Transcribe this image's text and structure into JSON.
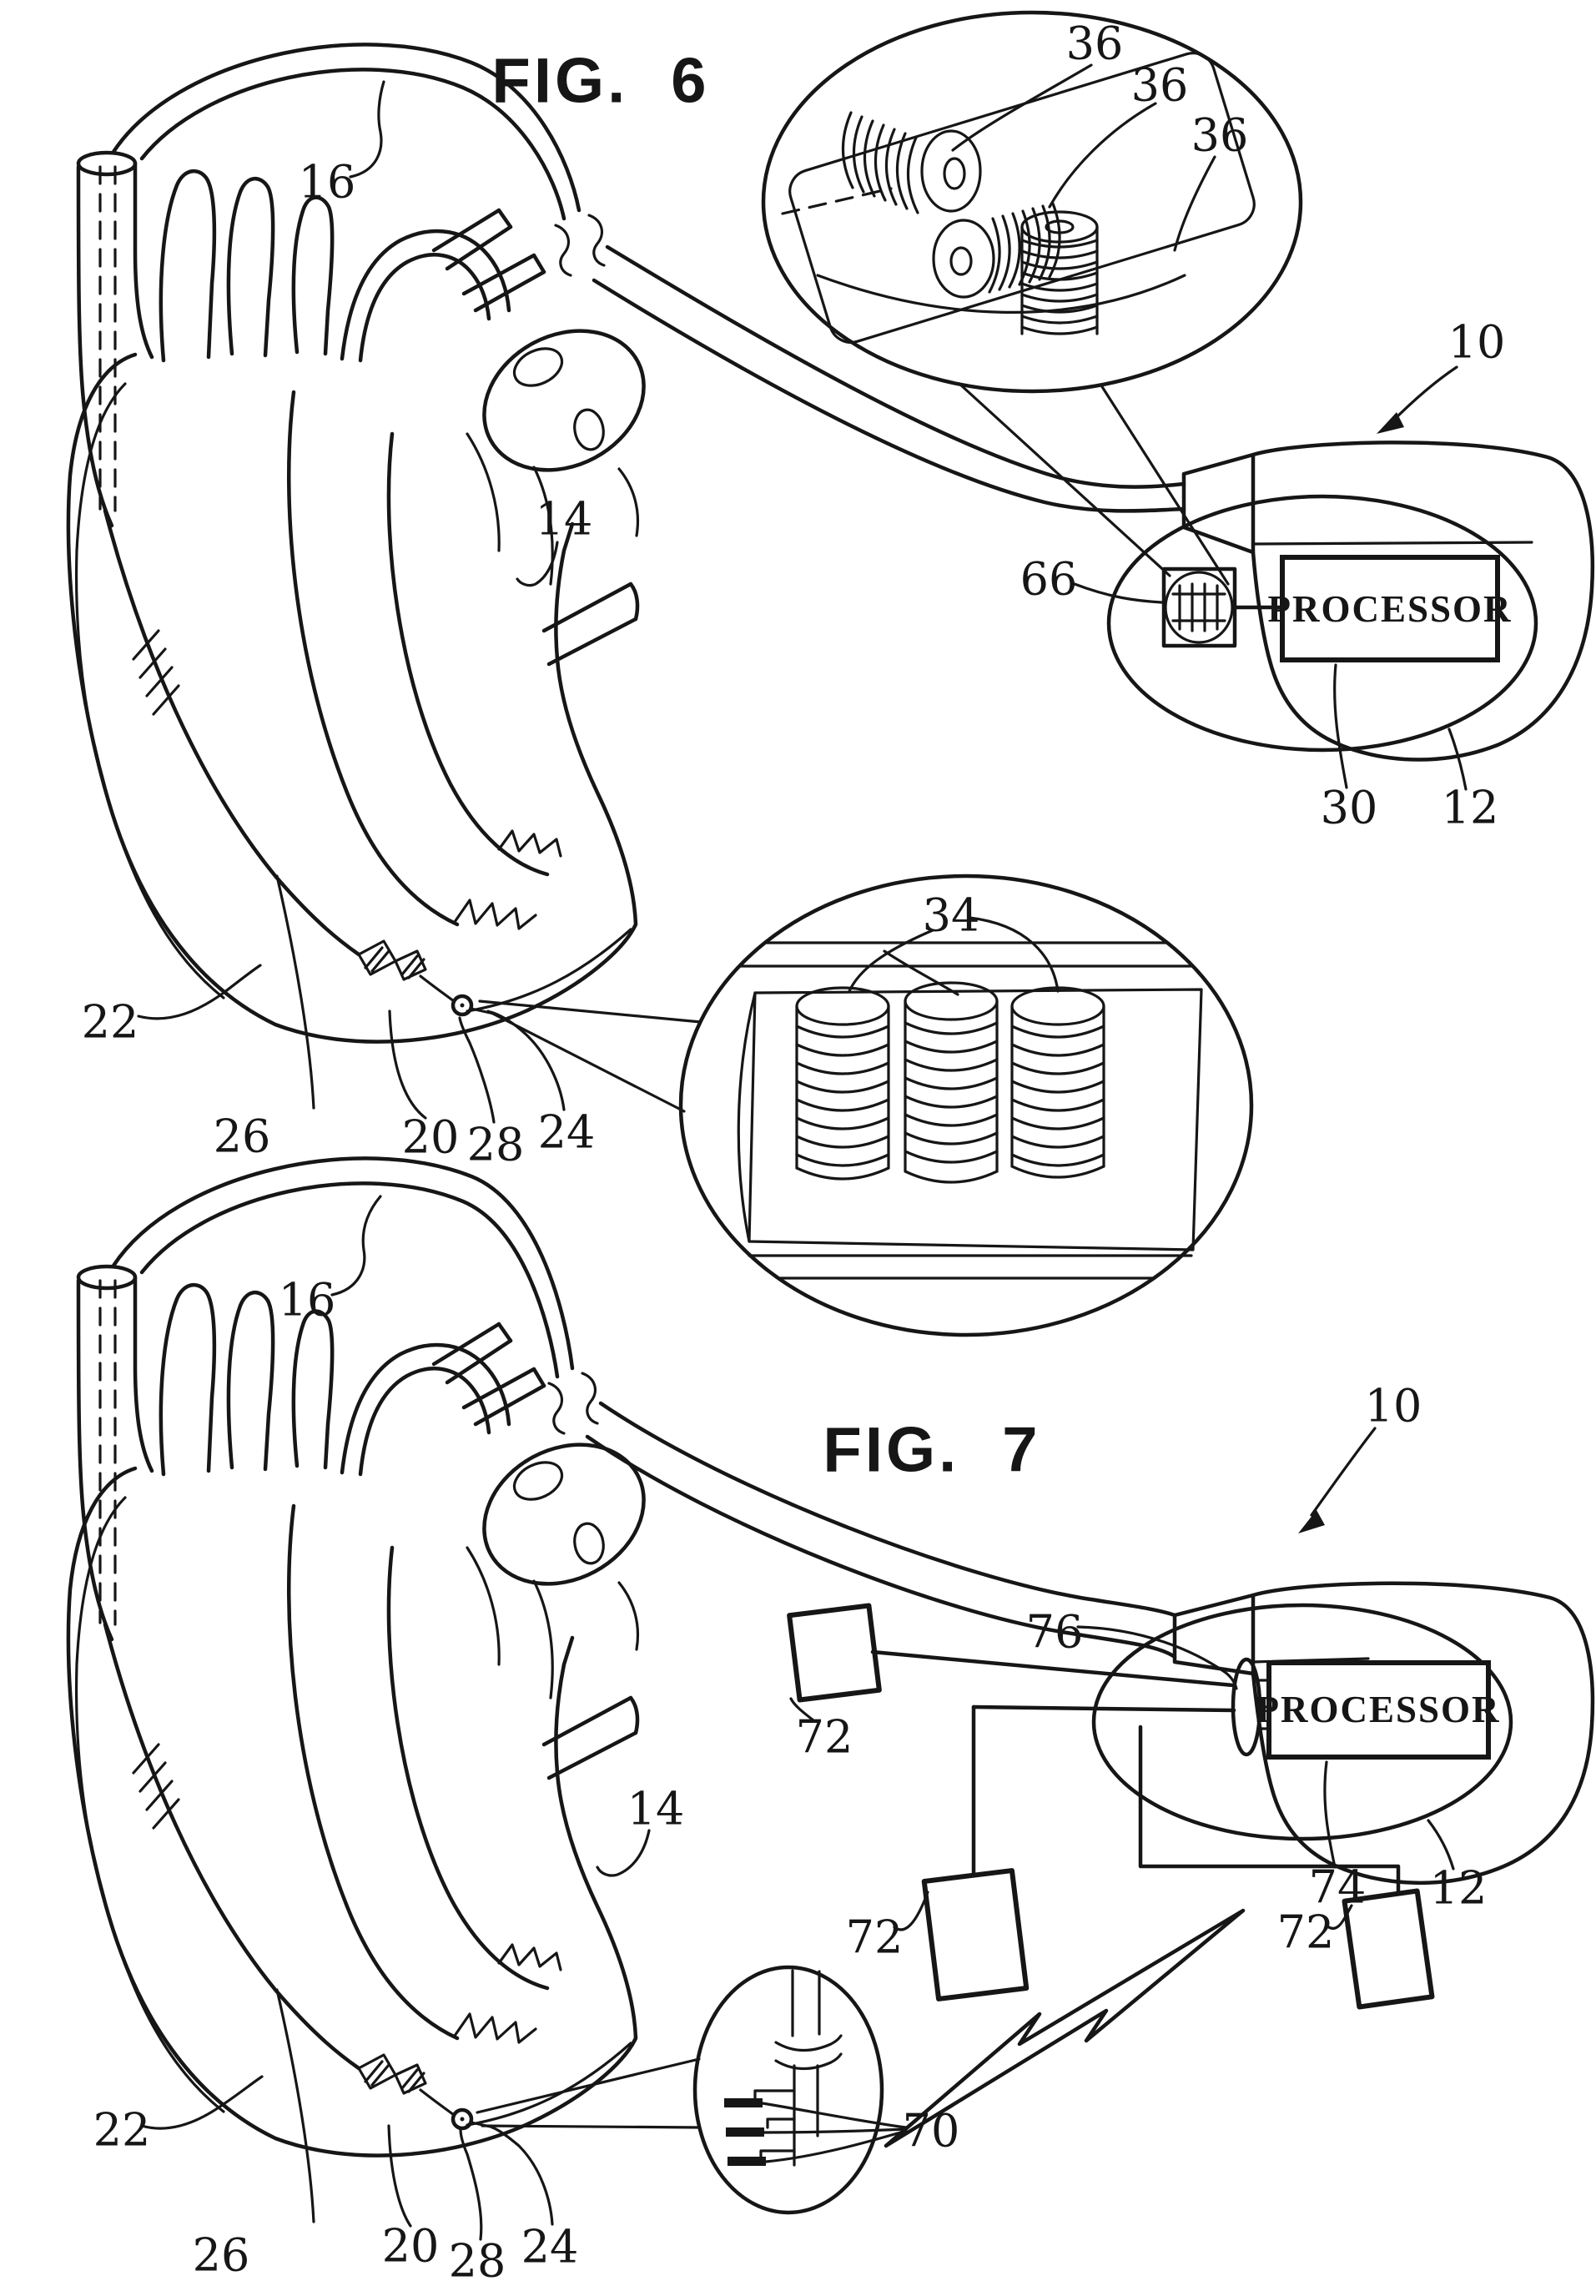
{
  "colors": {
    "ink": "#161616",
    "background": "#ffffff"
  },
  "fig6": {
    "title": "FIG. 6",
    "processor": "PROCESSOR",
    "ref_lead": "16",
    "ref_coil_1": "36",
    "ref_coil_2": "36",
    "ref_coil_3": "36",
    "ref_device": "10",
    "ref_component": "66",
    "ref_processor": "30",
    "ref_housing": "12",
    "ref_heart": "14",
    "ref_heart_wall": "22",
    "ref_tine": "26",
    "ref_electrode": "20",
    "ref_ring": "28",
    "ref_tip": "24",
    "ref_coil_stack": "34"
  },
  "fig7": {
    "title": "FIG. 7",
    "processor": "PROCESSOR",
    "ref_lead": "16",
    "ref_device": "10",
    "ref_antenna": "76",
    "ref_telemetry": "74",
    "ref_housing": "12",
    "ref_heart": "14",
    "ref_heart_wall": "22",
    "ref_tine": "26",
    "ref_electrode": "20",
    "ref_ring": "28",
    "ref_tip": "24",
    "ref_monitor_1": "72",
    "ref_monitor_2": "72",
    "ref_monitor_3": "72",
    "ref_electrodes_inset": "70"
  }
}
